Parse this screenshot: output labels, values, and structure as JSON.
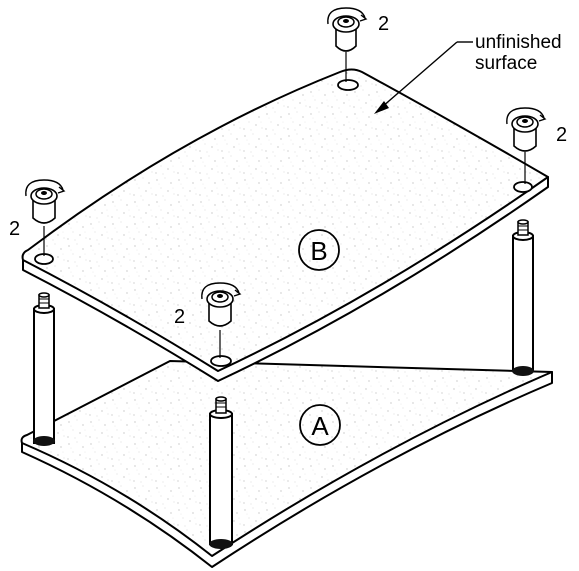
{
  "callout": {
    "line1": "unfinished",
    "line2": "surface"
  },
  "panels": {
    "top": "B",
    "bottom": "A"
  },
  "knob_quantities": [
    "2",
    "2",
    "2",
    "2"
  ]
}
